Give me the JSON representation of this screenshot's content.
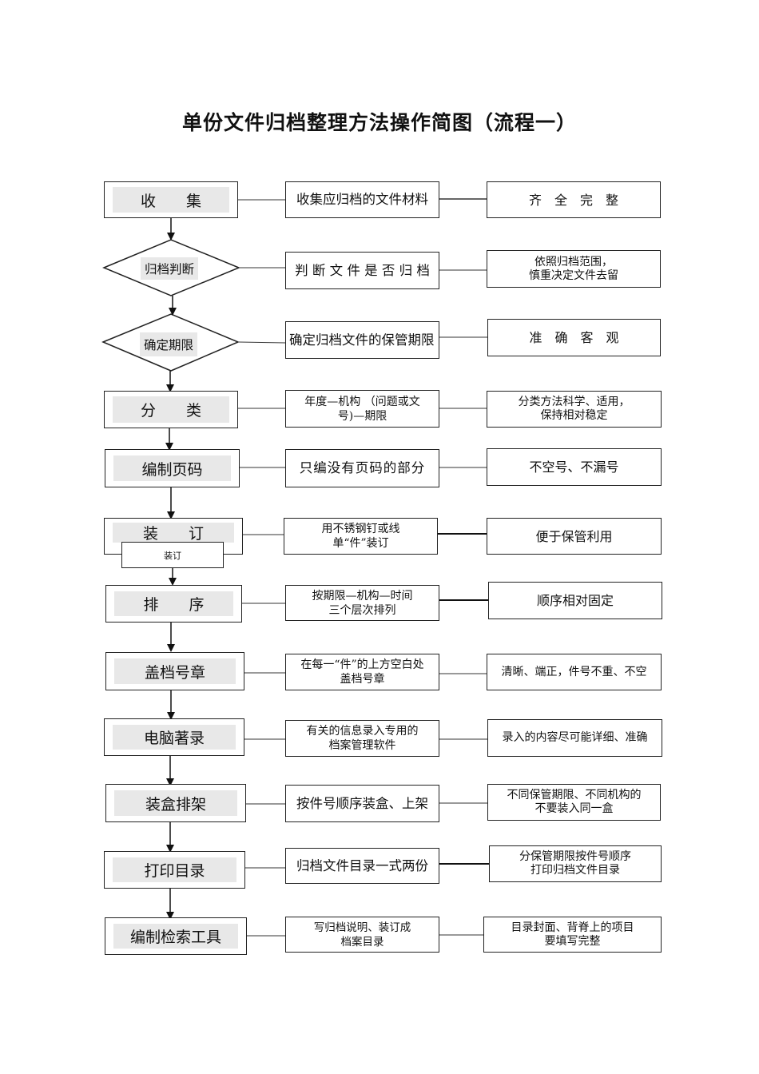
{
  "title": "单份文件归档整理方法操作简图（流程一）",
  "steps": [
    {
      "label": "收　　集",
      "shape": "box",
      "description": "收集应归档的文件材料",
      "requirement": "齐　全　完　整"
    },
    {
      "label": "归档判断",
      "shape": "diamond",
      "description": "判 断 文 件 是 否 归 档",
      "requirement": "依照归档范围，\n慎重决定文件去留"
    },
    {
      "label": "确定期限",
      "shape": "diamond",
      "description": "确定归档文件的保管期限",
      "requirement": "准　确　客　观"
    },
    {
      "label": "分　　类",
      "shape": "box",
      "description": "年度—机构 （问题或文\n号)—期限",
      "requirement": "分类方法科学、适用，\n保持相对稳定"
    },
    {
      "label": "编制页码",
      "shape": "box",
      "description": "只编没有页码的部分",
      "requirement": "不空号、不漏号"
    },
    {
      "label": "装　　订",
      "shape": "box",
      "sub_label": "装订",
      "description": "用不锈钢钉或线\n单“件”装订",
      "requirement": "便于保管利用"
    },
    {
      "label": "排　　序",
      "shape": "box",
      "description": "按期限—机构—时间\n三个层次排列",
      "requirement": "顺序相对固定"
    },
    {
      "label": "盖档号章",
      "shape": "box",
      "description": "在每一“件”的上方空白处\n盖档号章",
      "requirement": "清晰、端正，件号不重、不空"
    },
    {
      "label": "电脑著录",
      "shape": "box",
      "description": "有关的信息录入专用的\n档案管理软件",
      "requirement": "录入的内容尽可能详细、准确"
    },
    {
      "label": "装盒排架",
      "shape": "box",
      "description": "按件号顺序装盒、上架",
      "requirement": "不同保管期限、不同机构的\n不要装入同一盒"
    },
    {
      "label": "打印目录",
      "shape": "box",
      "description": "归档文件目录一式两份",
      "requirement": "分保管期限按件号顺序\n打印归档文件目录"
    },
    {
      "label": "编制检索工具",
      "shape": "box",
      "description": "写归档说明、装订成\n档案目录",
      "requirement": "目录封面、背脊上的项目\n要填写完整"
    }
  ]
}
